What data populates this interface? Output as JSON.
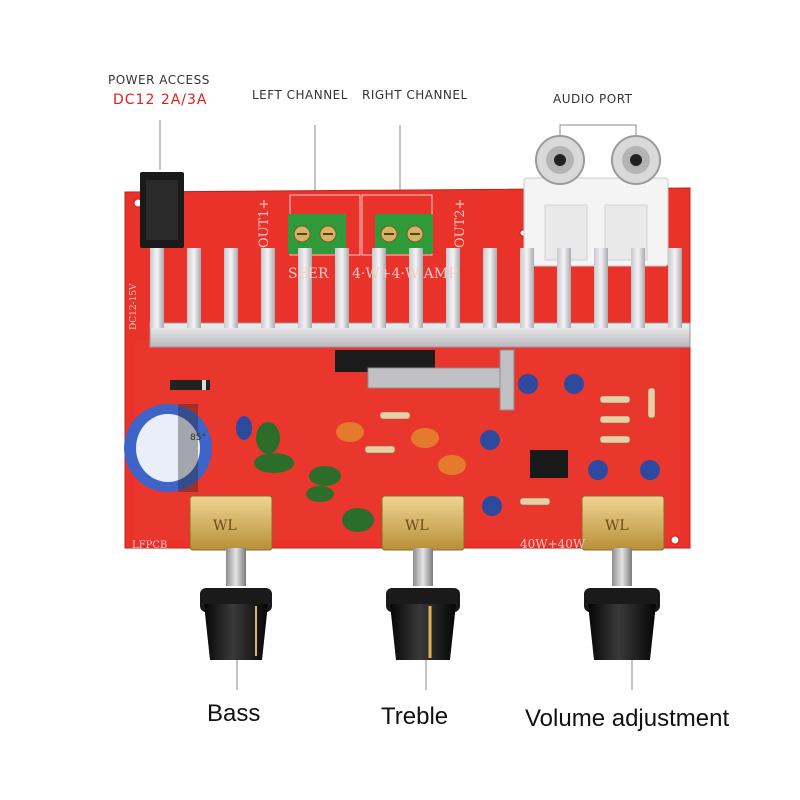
{
  "annotations": {
    "power_access": "POWER ACCESS",
    "power_spec": "DC12 2A/3A",
    "left_channel": "LEFT CHANNEL",
    "right_channel": "RIGHT CHANNEL",
    "audio_port": "AUDIO PORT"
  },
  "knobs": {
    "bass": "Bass",
    "treble": "Treble",
    "volume": "Volume adjustment"
  },
  "silkscreen": {
    "out1": "OUT1+",
    "out2": "OUT2+",
    "amp_text": "4·W+4·W AMP",
    "power_label": "40W+40W",
    "pcb_name": "LFPCB",
    "pot_label": "WL",
    "cap_text": "85°",
    "dc_side": "DC12-15V"
  },
  "colors": {
    "board": "#e8322a",
    "heatsink": "#d8d8dc",
    "terminal": "#2f9a3a",
    "pot": "#d9b45a",
    "knob": "#161616",
    "accent_red": "#e0201c"
  }
}
